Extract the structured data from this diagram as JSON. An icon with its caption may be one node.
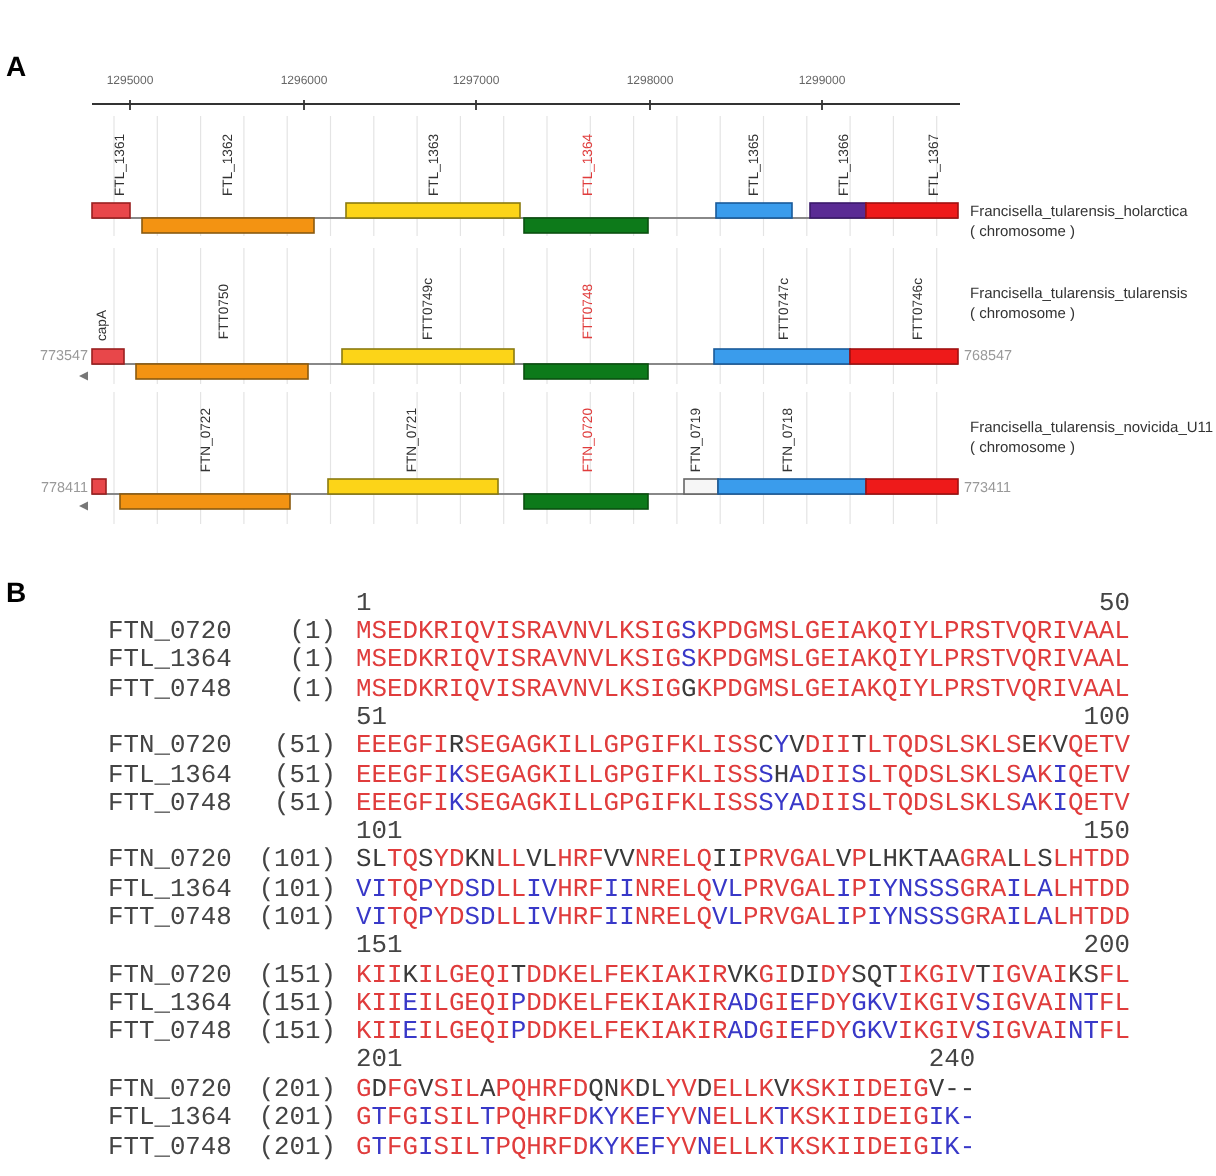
{
  "diagram": {
    "labels": [
      "A",
      "1295000",
      "1296000",
      "1297000",
      "1298000",
      "1299000",
      "FTL_1361",
      "FTL_1362",
      "FTL_1363",
      "FTL_1364",
      "FTL_1365",
      "FTL_1366",
      "FTL_1367",
      "Francisella_tularensis_holarctica",
      "( chromosome )",
      "capA",
      "FTT0750",
      "FTT0749c",
      "FTT0748",
      "FTT0747c",
      "FTT0746c",
      "Francisella_tularensis_tularensis",
      "( chromosome )",
      "773547",
      "768547",
      "FTN_0722",
      "FTN_0721",
      "FTN_0720",
      "FTN_0719",
      "FTN_0718",
      "Francisella_tularensis_novicida_U11",
      "( chromosome )",
      "778411",
      "773411",
      "B",
      "1",
      "50",
      "FTN_0720",
      "(1)",
      "MSEDKRIQVISRAVNVLKSIGSKPDGMSLGEIAKQIYLPRSTVQRIVAAL",
      "FTL_1364",
      "(1)",
      "MSEDKRIQVISRAVNVLKSIGSKPDGMSLGEIAKQIYLPRSTVQRIVAAL",
      "FTT_0748",
      "(1)",
      "MSEDKRIQVISRAVNVLKSIGGKPDGMSLGEIAKQIYLPRSTVQRIVAAL",
      "51",
      "100",
      "FTN_0720",
      "(51)",
      "EEEGFIRSEGAGKILLGPGIFKLISSCYVDIITLTQDSLSKLSEKVQETV",
      "FTL_1364",
      "(51)",
      "EEEGFIKSEGAGKILLGPGIFKLISSSHADIISLTQDSLSKLSAKIQETV",
      "FTT_0748",
      "(51)",
      "EEEGFIKSEGAGKILLGPGIFKLISSSYADIISLTQDSLSKLSAKIQETV",
      "101",
      "150",
      "FTN_0720",
      "(101)",
      "SLTQSYDKNLLVLHRFVVNRELQIIPRVGALVPLHKTAAGRALLSLHTDD",
      "FTL_1364",
      "(101)",
      "VITQPYDSDLLIVHRFIINRELQVLPRVGALIPIYNSSSGRAILALHTDD",
      "FTT_0748",
      "(101)",
      "VITQPYDSDLLIVHRFIINRELQVLPRVGALIPIYNSSSGRAILALHTDD",
      "151",
      "200",
      "FTN_0720",
      "(151)",
      "KIIKILGEQITDDKELFEKIAKIRVKGIDIDYSQTIKGIVTIGVAIKSFL",
      "FTL_1364",
      "(151)",
      "KIIEILGEQIPDDKELFEKIAKIRADGIEFDYGKVIKGIVSIGVAINTFL",
      "FTT_0748",
      "(151)",
      "KIIEILGEQIPDDKELFEKIAKIRADGIEFDYGKVIKGIVSIGVAINTFL",
      "201",
      "240",
      "FTN_0720",
      "(201)",
      "GDFGVSILAPQHRFDQNKDLYVDELLKVKSKIIDEIGV--",
      "FTL_1364",
      "(201)",
      "GTFGISILTPQHRFDKYKEFYVNELLKTKSKIIDEIGIK-",
      "FTT_0748",
      "(201)",
      "GTFGISILTPQHRFDKYKEFYVNELLKTKSKIIDEIGIK-"
    ]
  }
}
